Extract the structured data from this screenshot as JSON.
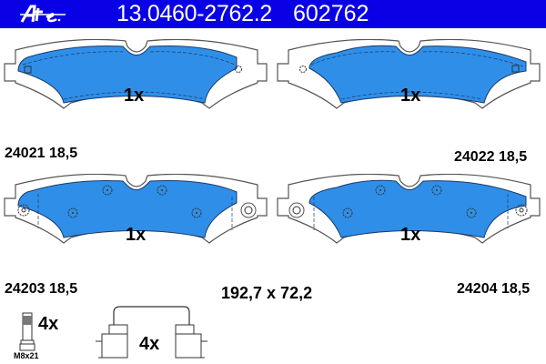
{
  "header": {
    "brand": "Ate",
    "part_number": "13.0460-2762.2",
    "short_number": "602762",
    "background_color": "#0a00e6",
    "text_color": "#ffffff"
  },
  "pads": [
    {
      "id": "top-left",
      "quantity": "1x",
      "code": "24021",
      "thickness": "18,5",
      "pad_color": "#2f8fe8"
    },
    {
      "id": "top-right",
      "quantity": "1x",
      "code": "24022",
      "thickness": "18,5",
      "pad_color": "#2f8fe8"
    },
    {
      "id": "bottom-left",
      "quantity": "1x",
      "code": "24203",
      "thickness": "18,5",
      "pad_color": "#2f8fe8"
    },
    {
      "id": "bottom-right",
      "quantity": "1x",
      "code": "24204",
      "thickness": "18,5",
      "pad_color": "#2f8fe8"
    }
  ],
  "dimensions": "192,7 x 72,2",
  "hardware": {
    "bolt": {
      "quantity": "4x",
      "size": "M8x21"
    },
    "clip": {
      "quantity": "4x"
    }
  }
}
